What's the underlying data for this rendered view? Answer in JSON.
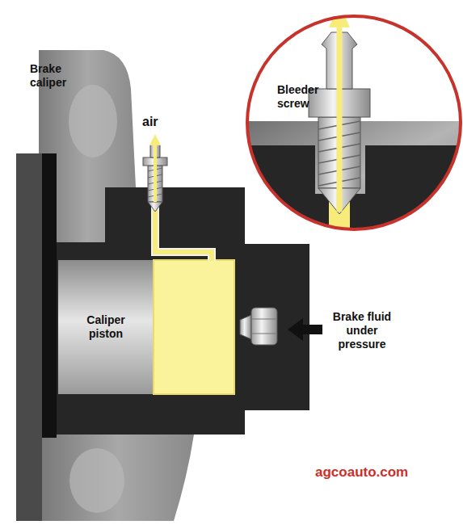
{
  "diagram": {
    "nodes": [
      {
        "text": [
          "Brake caliper"
        ]
      },
      {
        "text": [
          "Caliper piston"
        ],
        "in": 0
      },
      {
        "text": [
          "Bleeder screw"
        ]
      }
    ],
    "labels": [
      "air",
      "Brake fluid under pressure",
      "agcoauto.com"
    ]
  }
}
